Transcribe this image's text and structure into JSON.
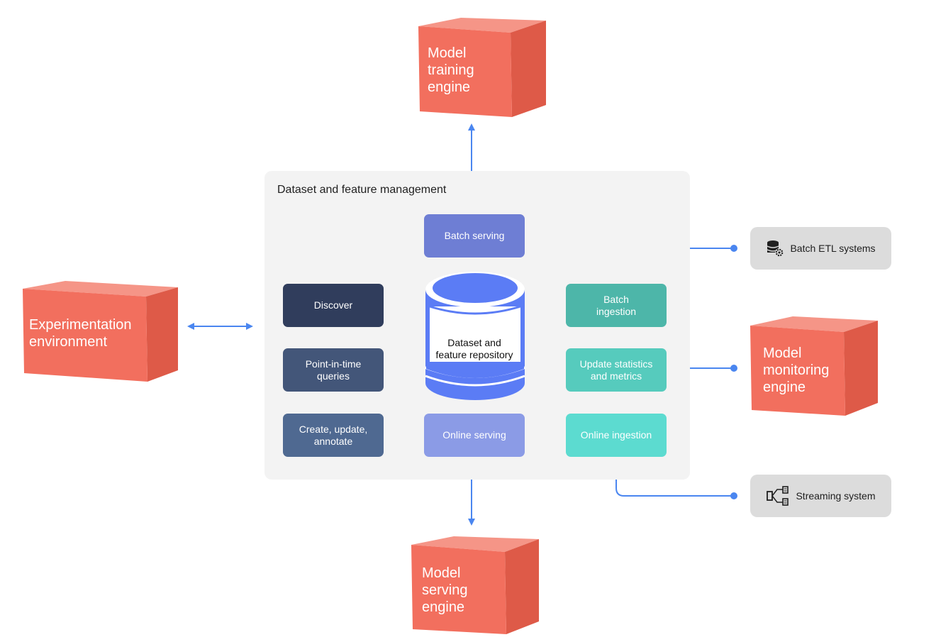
{
  "panel": {
    "title": "Dataset and feature management"
  },
  "repository": {
    "label_line1": "Dataset and",
    "label_line2": "feature repository"
  },
  "components": {
    "discover": "Discover",
    "point_in_time": {
      "l1": "Point-in-time",
      "l2": "queries"
    },
    "create_update": {
      "l1": "Create, update,",
      "l2": "annotate"
    },
    "batch_serving": "Batch serving",
    "online_serving": "Online serving",
    "batch_ingestion": {
      "l1": "Batch",
      "l2": "ingestion"
    },
    "update_stats": {
      "l1": "Update statistics",
      "l2": "and metrics"
    },
    "online_ingestion": "Online ingestion"
  },
  "external": {
    "batch_etl": {
      "label": "Batch ETL systems",
      "icon": "database-gear-icon"
    },
    "streaming": {
      "label": "Streaming system",
      "icon": "stream-branch-icon"
    }
  },
  "engines": {
    "training": [
      "Model",
      "training",
      "engine"
    ],
    "serving": [
      "Model",
      "serving",
      "engine"
    ],
    "experimentation": [
      "Experimentation",
      "environment"
    ],
    "monitoring": [
      "Model",
      "monitoring",
      "engine"
    ]
  },
  "colors": {
    "cube_front": "#f26f5e",
    "cube_side": "#de5a48",
    "cube_top": "#f59587",
    "arrow": "#4a86f0",
    "cylinder": "#5b7cf5"
  }
}
